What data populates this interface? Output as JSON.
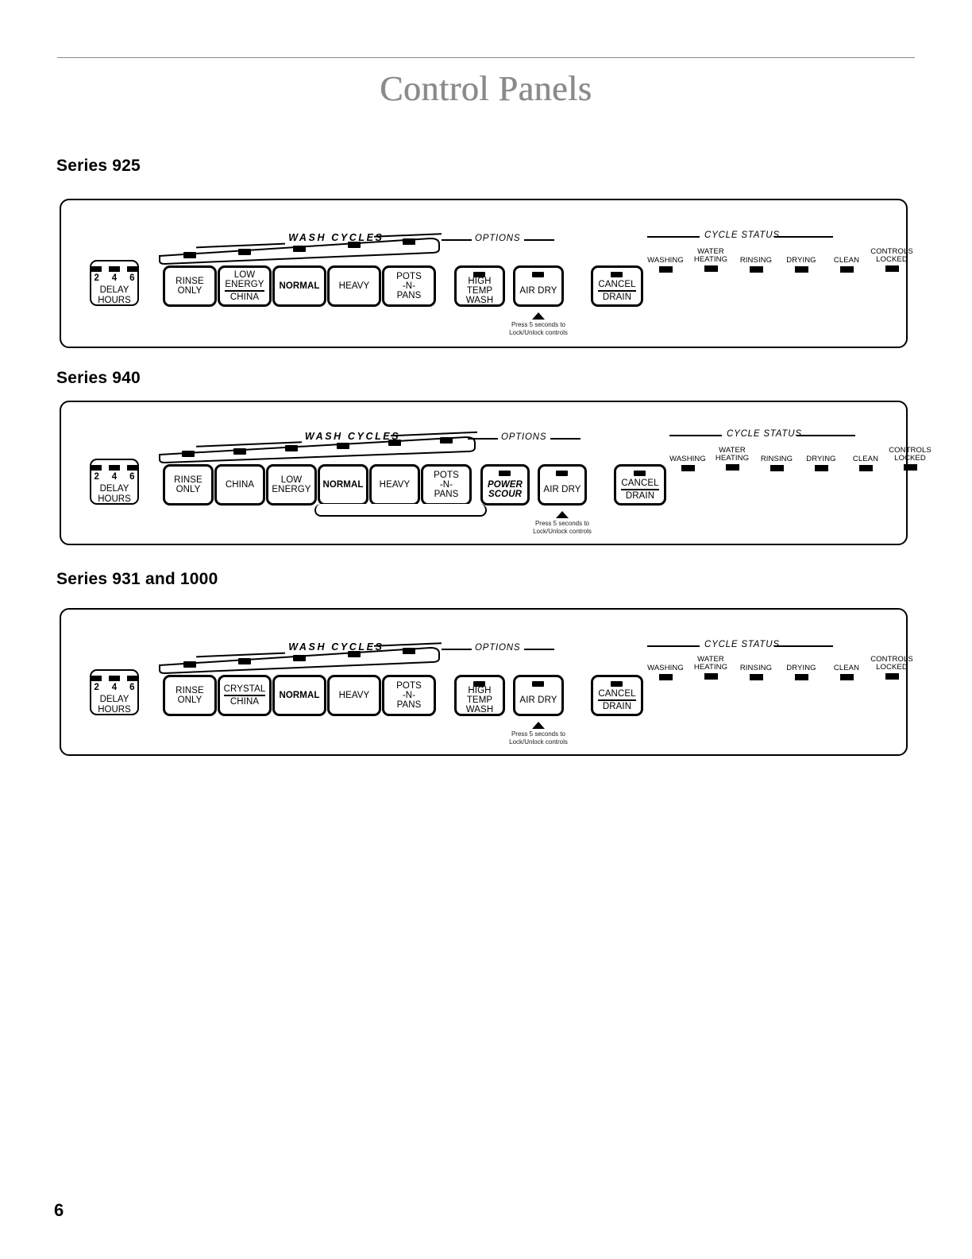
{
  "document": {
    "title": "Control Panels",
    "page_number": "6"
  },
  "sections": [
    {
      "heading": "Series 925",
      "delay": {
        "leds": 3,
        "numbers": [
          "2",
          "4",
          "6"
        ],
        "label_lines": [
          "DELAY",
          "HOURS"
        ]
      },
      "wash_cycles": {
        "caption": "WASH CYCLES",
        "buttons": [
          {
            "lines": [
              "RINSE",
              "ONLY"
            ],
            "style": "normal"
          },
          {
            "lines": [
              "LOW",
              "ENERGY",
              "CHINA"
            ],
            "style": "normal",
            "divider_after": 2
          },
          {
            "lines": [
              "NORMAL"
            ],
            "style": "bold"
          },
          {
            "lines": [
              "HEAVY"
            ],
            "style": "normal"
          },
          {
            "lines": [
              "POTS",
              "-N-",
              "PANS"
            ],
            "style": "normal"
          }
        ]
      },
      "options": {
        "caption": "OPTIONS",
        "buttons": [
          {
            "lines": [
              "HIGH",
              "TEMP",
              "WASH"
            ],
            "style": "normal"
          },
          {
            "lines": [
              "AIR DRY"
            ],
            "style": "normal"
          }
        ],
        "cancel": {
          "lines": [
            "CANCEL",
            "DRAIN"
          ],
          "style": "normal",
          "divider_after": 1
        }
      },
      "lock_note": [
        "Press 5 seconds to",
        "Lock/Unlock controls"
      ],
      "cycle_status": {
        "caption": "CYCLE STATUS",
        "items": [
          {
            "lines": [
              "WASHING"
            ]
          },
          {
            "lines": [
              "WATER",
              "HEATING"
            ]
          },
          {
            "lines": [
              "RINSING"
            ]
          },
          {
            "lines": [
              "DRYING"
            ]
          },
          {
            "lines": [
              "CLEAN"
            ]
          },
          {
            "lines": [
              "CONTROLS",
              "LOCKED"
            ]
          }
        ]
      }
    },
    {
      "heading": "Series 940",
      "delay": {
        "leds": 3,
        "numbers": [
          "2",
          "4",
          "6"
        ],
        "label_lines": [
          "DELAY",
          "HOURS"
        ]
      },
      "wash_cycles": {
        "caption": "WASH CYCLES",
        "buttons": [
          {
            "lines": [
              "RINSE",
              "ONLY"
            ],
            "style": "normal"
          },
          {
            "lines": [
              "CHINA"
            ],
            "style": "normal"
          },
          {
            "lines": [
              "LOW",
              "ENERGY"
            ],
            "style": "normal"
          },
          {
            "lines": [
              "NORMAL"
            ],
            "style": "bold"
          },
          {
            "lines": [
              "HEAVY"
            ],
            "style": "normal"
          },
          {
            "lines": [
              "POTS",
              "-N-",
              "PANS"
            ],
            "style": "normal"
          }
        ]
      },
      "options": {
        "caption": "OPTIONS",
        "buttons": [
          {
            "lines": [
              "POWER",
              "SCOUR"
            ],
            "style": "italic"
          },
          {
            "lines": [
              "AIR DRY"
            ],
            "style": "normal"
          }
        ],
        "cancel": {
          "lines": [
            "CANCEL",
            "DRAIN"
          ],
          "style": "normal",
          "divider_after": 1
        }
      },
      "lock_note": [
        "Press 5 seconds to",
        "Lock/Unlock controls"
      ],
      "cycle_status": {
        "caption": "CYCLE STATUS",
        "items": [
          {
            "lines": [
              "WASHING"
            ]
          },
          {
            "lines": [
              "WATER",
              "HEATING"
            ]
          },
          {
            "lines": [
              "RINSING"
            ]
          },
          {
            "lines": [
              "DRYING"
            ]
          },
          {
            "lines": [
              "CLEAN"
            ]
          },
          {
            "lines": [
              "CONTROLS",
              "LOCKED"
            ]
          }
        ]
      }
    },
    {
      "heading": "Series 931 and 1000",
      "delay": {
        "leds": 3,
        "numbers": [
          "2",
          "4",
          "6"
        ],
        "label_lines": [
          "DELAY",
          "HOURS"
        ]
      },
      "wash_cycles": {
        "caption": "WASH CYCLES",
        "buttons": [
          {
            "lines": [
              "RINSE",
              "ONLY"
            ],
            "style": "normal"
          },
          {
            "lines": [
              "CRYSTAL",
              "CHINA"
            ],
            "style": "normal",
            "divider_after": 1
          },
          {
            "lines": [
              "NORMAL"
            ],
            "style": "bold"
          },
          {
            "lines": [
              "HEAVY"
            ],
            "style": "normal"
          },
          {
            "lines": [
              "POTS",
              "-N-",
              "PANS"
            ],
            "style": "normal"
          }
        ]
      },
      "options": {
        "caption": "OPTIONS",
        "buttons": [
          {
            "lines": [
              "HIGH",
              "TEMP",
              "WASH"
            ],
            "style": "normal"
          },
          {
            "lines": [
              "AIR DRY"
            ],
            "style": "normal"
          }
        ],
        "cancel": {
          "lines": [
            "CANCEL",
            "DRAIN"
          ],
          "style": "normal",
          "divider_after": 1
        }
      },
      "lock_note": [
        "Press 5 seconds to",
        "Lock/Unlock controls"
      ],
      "cycle_status": {
        "caption": "CYCLE STATUS",
        "items": [
          {
            "lines": [
              "WASHING"
            ]
          },
          {
            "lines": [
              "WATER",
              "HEATING"
            ]
          },
          {
            "lines": [
              "RINSING"
            ]
          },
          {
            "lines": [
              "DRYING"
            ]
          },
          {
            "lines": [
              "CLEAN"
            ]
          },
          {
            "lines": [
              "CONTROLS",
              "LOCKED"
            ]
          }
        ]
      }
    }
  ]
}
